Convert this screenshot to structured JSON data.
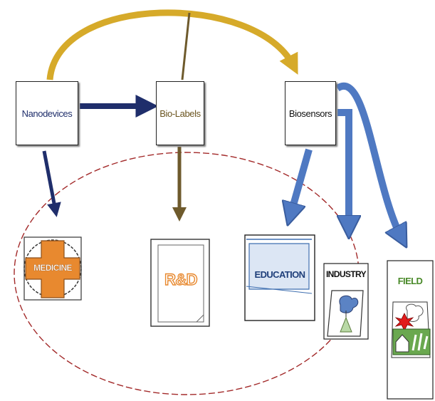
{
  "nodes": {
    "nanodevices": {
      "label": "Nanodevices"
    },
    "biolabels": {
      "label": "Bio-Labels"
    },
    "biosensors": {
      "label": "Biosensors"
    }
  },
  "applications": {
    "medicine": {
      "label": "MEDICINE"
    },
    "rnd": {
      "label": "R&D"
    },
    "education": {
      "label": "EDUCATION"
    },
    "industry": {
      "label": "INDUSTRY"
    },
    "field": {
      "label": "FIELD"
    }
  },
  "colors": {
    "navy_arrow": "#1f2e6b",
    "gold_arc": "#d6aa2a",
    "brown_arrow": "#6e5a2c",
    "blue_arrow": "#4f79c2",
    "ellipse": "#a32a2a",
    "medicine_orange": "#e8892f",
    "rnd_orange": "#e8892f",
    "education_blue": "#3f6fb0",
    "field_green": "#4a8a2a",
    "nanodevices_text": "#1f2e6b",
    "biolabels_text": "#6b5520"
  }
}
